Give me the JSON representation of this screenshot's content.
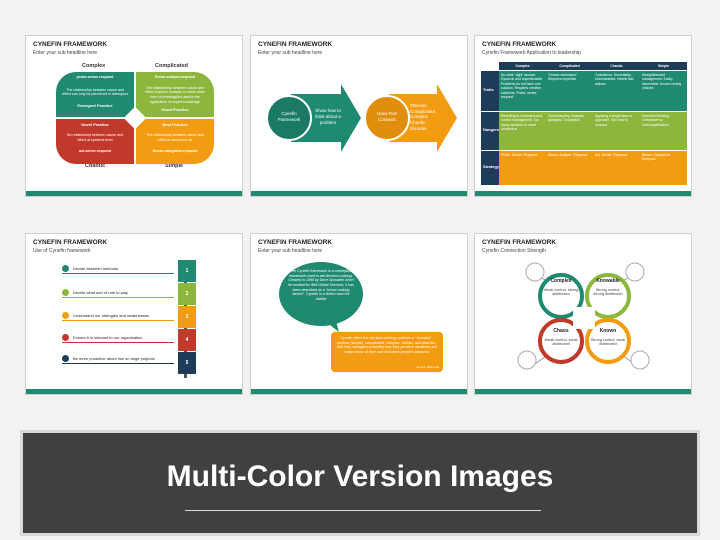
{
  "slide1": {
    "title": "CYNEFIN FRAMEWORK",
    "subtitle": "Enter your sub headline here",
    "labels": {
      "complex": "Complex",
      "complicated": "Complicated",
      "chaotic": "Chaotic",
      "simple": "Simple"
    },
    "q1": {
      "top": "probe-sense-respond",
      "body": "The relationship between cause and effect can only be perceived in retrospect",
      "foot": "Emergent Practice"
    },
    "q2": {
      "top": "Sense-analyze-respond",
      "body": "The relationship between cause and effect requires analysis or some other form of investigation and/or the application of expert knowledge",
      "foot": "Good Practice"
    },
    "q3": {
      "top": "Novel Practice",
      "body": "No relationship between cause and effect at systems level",
      "foot": "act-sense-respond"
    },
    "q4": {
      "top": "Best Practice",
      "body": "The relationship between cause and effect is obvious to all",
      "foot": "Sense-categorize-respond"
    }
  },
  "slide2": {
    "title": "CYNEFIN FRAMEWORK",
    "subtitle": "Enter your sub headline here",
    "c1": "Cynefin Framework",
    "a1": "Show how to think about a problem",
    "c2": "Uses Five Contexts",
    "items": [
      "Obvious",
      "Complicated",
      "Complex",
      "Chaotic",
      "Disorder"
    ]
  },
  "slide3": {
    "title": "CYNEFIN FRAMEWORK",
    "subtitle": "Cynefin Framework Application to leadership",
    "cols": [
      "Complex",
      "Complicated",
      "Chaotic",
      "Simple"
    ],
    "rows": [
      "Traits",
      "Dangers",
      "Strategy"
    ],
    "cells": [
      [
        "No clear \"right\" answer. Dynamic and unpredictable. Problems do not have one solution. Requires creative solutions. Probe, sense, respond",
        "\"Known unknowns\". Requires expertise",
        "Turbulence. Uncertainty. Unknowables. Needs fast actions",
        "Straightforward management. Easily discernible. Known clearly choices"
      ],
      [
        "Reverting to command-and-control management. Too many opinions to reach consensus",
        "Overanalyzing. Analysis paralysis. Groupthink",
        "Applying a single idea or approach. Too slow to respond",
        "Entrained thinking. Complacency. Oversimplification"
      ],
      [
        "Probe. Sense. Respond",
        "Sense. Analyze. Respond",
        "Act. Sense. Respond",
        "Sense. Categorize. Respond"
      ]
    ]
  },
  "slide4": {
    "title": "CYNEFIN FRAMEWORK",
    "subtitle": "Use of Cynefin framework",
    "items": [
      {
        "n": "1",
        "text": "Decide between methods"
      },
      {
        "n": "2",
        "text": "Decide what sort of role to play"
      },
      {
        "n": "3",
        "text": "Understand our strengths and weaknesses"
      },
      {
        "n": "4",
        "text": "Ensure it is relevant to our organization"
      },
      {
        "n": "5",
        "text": "Be more proactive about risk on large projects"
      }
    ]
  },
  "slide5": {
    "title": "CYNEFIN FRAMEWORK",
    "subtitle": "Enter your sub headline here",
    "bubble1": "The Cynefin framework is a conceptual framework used to aid decision-making. Created in 1999 by Dave Snowden when he worked for IBM Global Services, it has been described as a \"sense-making device\". Cynefin is a Welsh word for habitat",
    "bubble2": "Cynefin offers five decision-making contexts or \"domains\" - obvious (simple), complicated, complex, chaotic, and disorder - that help managers to identify how they perceive situations and make sense of their own and other people's behavior.",
    "credit": "Source: Wikipedia"
  },
  "slide6": {
    "title": "CYNEFIN FRAMEWORK",
    "subtitle": "Cynefin Connection Strength",
    "q": [
      {
        "title": "Complex",
        "body": "Weak control, strong distributed"
      },
      {
        "title": "Knowable",
        "body": "Strong control, strong distributed"
      },
      {
        "title": "Chaos",
        "body": "Weak control, weak distributed"
      },
      {
        "title": "Known",
        "body": "Strong control, weak distributed"
      }
    ]
  },
  "banner": {
    "title": "Multi-Color Version Images"
  },
  "colors": {
    "green": "#1f8a70",
    "lime": "#8cb63c",
    "red": "#c0392b",
    "orange": "#f39c12",
    "navy": "#1f3b5a"
  }
}
